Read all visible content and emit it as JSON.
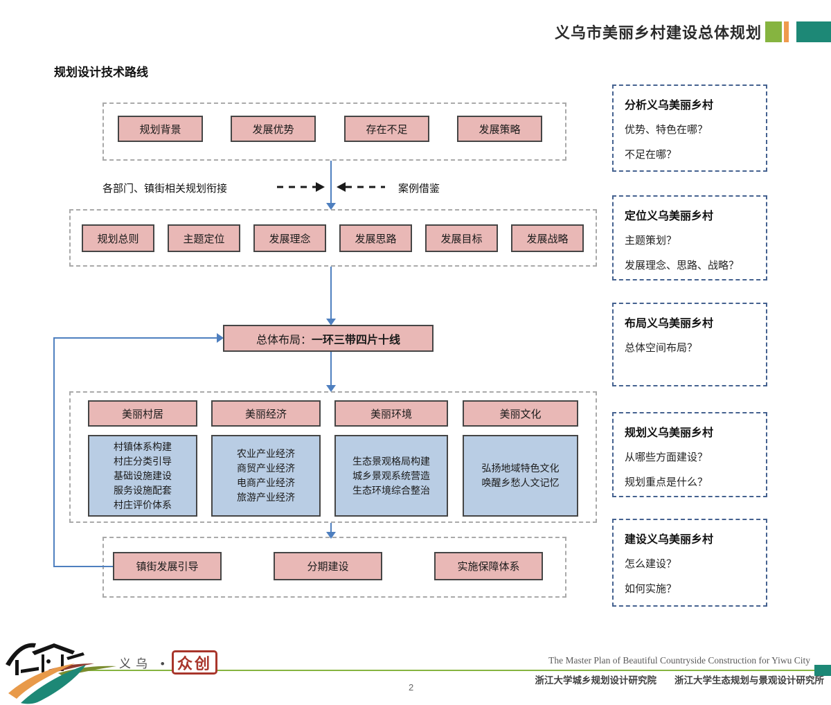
{
  "header": {
    "title": "义乌市美丽乡村建设总体规划"
  },
  "page_heading": "规划设计技术路线",
  "colors": {
    "box_pink": "#e9b8b6",
    "box_blue": "#b9cde4",
    "arrow_blue": "#4e7fbf",
    "brand_green": "#86b440",
    "brand_orange": "#ef9a4d",
    "brand_teal": "#1d8876",
    "seal_red": "#a8352b",
    "sidebar_dash": "#44618f"
  },
  "flow": {
    "row1": {
      "boxes": [
        "规划背景",
        "发展优势",
        "存在不足",
        "发展策略"
      ]
    },
    "side_inputs": {
      "left_label": "各部门、镇街相关规划衔接",
      "right_label": "案例借鉴"
    },
    "row2": {
      "boxes": [
        "规划总则",
        "主题定位",
        "发展理念",
        "发展思路",
        "发展目标",
        "发展战略"
      ]
    },
    "layout_box": {
      "prefix": "总体布局：",
      "emphasis": "一环三带四片十线"
    },
    "pillars": [
      {
        "title": "美丽村居",
        "items": [
          "村镇体系构建",
          "村庄分类引导",
          "基础设施建设",
          "服务设施配套",
          "村庄评价体系"
        ]
      },
      {
        "title": "美丽经济",
        "items": [
          "农业产业经济",
          "商贸产业经济",
          "电商产业经济",
          "旅游产业经济"
        ]
      },
      {
        "title": "美丽环境",
        "items": [
          "生态景观格局构建",
          "城乡景观系统营造",
          "生态环境综合整治"
        ]
      },
      {
        "title": "美丽文化",
        "items": [
          "弘扬地域特色文化",
          "唤醒乡愁人文记忆"
        ]
      }
    ],
    "row4": {
      "boxes": [
        "镇街发展引导",
        "分期建设",
        "实施保障体系"
      ]
    }
  },
  "sidebar": {
    "panels": [
      {
        "title": "分析义乌美丽乡村",
        "lines": [
          "优势、特色在哪？",
          "不足在哪？"
        ]
      },
      {
        "title": "定位义乌美丽乡村",
        "lines": [
          "主题策划？",
          "发展理念、思路、战略？"
        ]
      },
      {
        "title": "布局义乌美丽乡村",
        "lines": [
          "总体空间布局？"
        ]
      },
      {
        "title": "规划义乌美丽乡村",
        "lines": [
          "从哪些方面建设？",
          "规划重点是什么？"
        ]
      },
      {
        "title": "建设义乌美丽乡村",
        "lines": [
          "怎么建设？",
          "如何实施？"
        ]
      }
    ]
  },
  "footer": {
    "brand_text": "义乌 •",
    "seal_text": "众创",
    "english_line": "The Master Plan of Beautiful Countryside Construction for Yiwu City",
    "institutions": [
      "浙江大学城乡规划设计研究院",
      "浙江大学生态规划与景观设计研究所"
    ],
    "page_number": "2"
  }
}
